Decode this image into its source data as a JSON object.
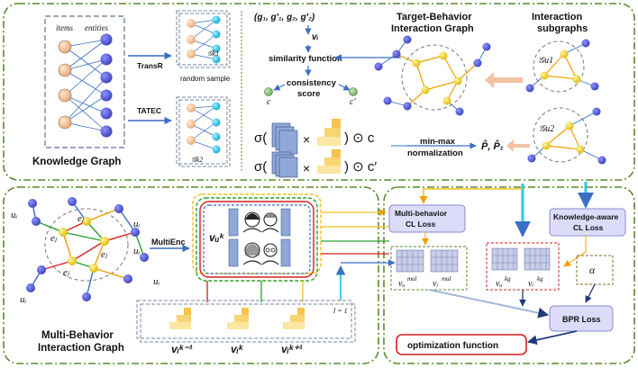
{
  "knowledge_graph": {
    "col_items": "items",
    "col_entities": "entities",
    "title": "Knowledge Graph",
    "method_top": "TransR",
    "method_bottom": "TATEC",
    "sample_top": "𝒢k1",
    "sample_bottom": "𝒢k2",
    "random_sample": "random sample"
  },
  "similarity": {
    "tuple": "(g₁, g′₁, g₂, g′₂)",
    "vi": "vᵢ",
    "function": "similarity function",
    "consistency_1": "consistency",
    "consistency_2": "score",
    "c": "c",
    "c_prime": "c′"
  },
  "target_behavior": {
    "title_1": "Target-Behavior",
    "title_2": "Interaction Graph"
  },
  "interaction_subgraphs": {
    "title_1": "Interaction",
    "title_2": "subgraphs",
    "g1": "𝒢u1",
    "g2": "𝒢u2"
  },
  "formula": {
    "sigma": "σ(",
    "times": "×",
    "odot_c": ") ⊙ c",
    "odot_c_prime": ") ⊙ c′",
    "minmax_1": "min-max",
    "minmax_2": "normalization",
    "p_hat": "P̂, P̂₁"
  },
  "multi_behavior": {
    "title_1": "Multi-Behavior",
    "title_2": "Interaction Graph",
    "u_label": "uᵢ",
    "e_label": "eⱼ",
    "multienc": "MultiEnc",
    "v_u_k": "vᵤᵏ",
    "v_i_k_minus": "vᵢᵏ⁻¹",
    "v_i_k": "vᵢᵏ",
    "v_i_k_plus": "vᵢᵏ⁺¹",
    "l_eq": "l = 1"
  },
  "losses": {
    "mb_cl_1": "Multi-behavior",
    "mb_cl_2": "CL Loss",
    "ka_cl_1": "Knowledge-aware",
    "ka_cl_2": "CL Loss",
    "v_u_mul": "vᵤ",
    "v_i_mul": "vᵢ",
    "mul_sup": "mul",
    "v_u_kg": "vᵤ",
    "v_i_kg": "vᵢ",
    "kg_sup": "kg",
    "alpha": "α",
    "bpr": "BPR Loss",
    "optimization": "optimization function"
  },
  "colors": {
    "green_dash": "#5a8a2c",
    "arrow_blue": "#3a6fc4",
    "node_blue": "#5a5fd8",
    "node_peach": "#f6c79e",
    "node_cyan": "#2fc6e8",
    "edge_orange": "#f0a000",
    "salmon_arrow": "#f3c2a3",
    "loss_box": "#dcdcfa",
    "optim_red": "#d62020"
  }
}
